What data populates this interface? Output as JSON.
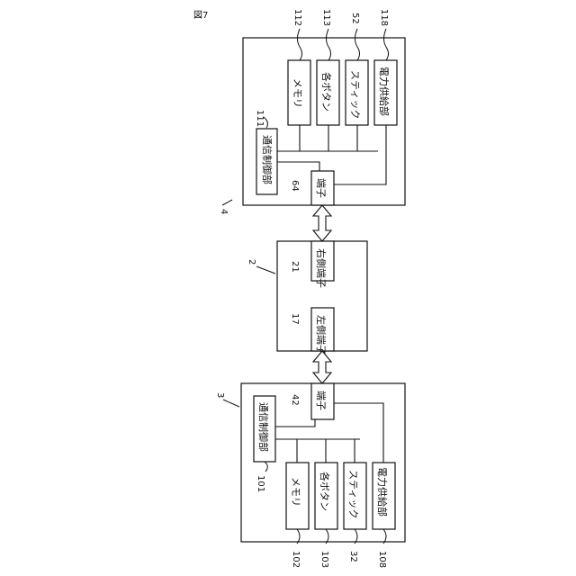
{
  "figure_label": "図7",
  "right_controller": {
    "ref": "4",
    "comm_unit": "通信制御部",
    "comm_unit_num": "111",
    "memory": "メモリ",
    "memory_num": "112",
    "buttons": "各ボタン",
    "buttons_num": "113",
    "stick": "スティック",
    "stick_num": "52",
    "power": "電力供給部",
    "power_num": "118",
    "terminal": "端子",
    "terminal_num": "64"
  },
  "main_body": {
    "ref": "2",
    "right_terminal": "右側端子",
    "right_terminal_num": "21",
    "left_terminal": "左側端子",
    "left_terminal_num": "17"
  },
  "left_controller": {
    "ref": "3",
    "comm_unit": "通信制御部",
    "comm_unit_num": "101",
    "memory": "メモリ",
    "memory_num": "102",
    "buttons": "各ボタン",
    "buttons_num": "103",
    "stick": "スティック",
    "stick_num": "32",
    "power": "電力供給部",
    "power_num": "108",
    "terminal": "端子",
    "terminal_num": "42"
  }
}
